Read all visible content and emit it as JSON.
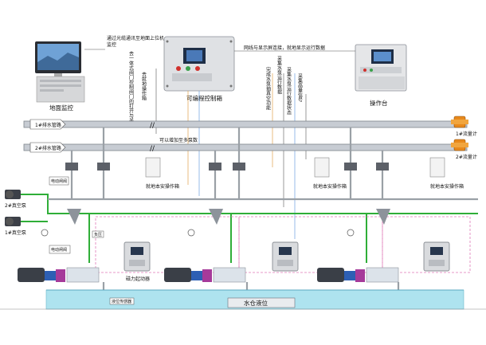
{
  "labels": {
    "fiber_note": "通过光缆通讯至地面上位机监控",
    "ground_monitor": "地面监控",
    "network_note": "网线与显示屏连接，就地显示运行数据",
    "plc_box": "可编程控制箱",
    "console": "操作台",
    "vert_integrated": "去一体式阀门控制阀门的打开与关闭",
    "vert_local": "去就地操作箱",
    "vert_vacuum": "完成水泵抽真空功能",
    "vert_pump_signal": "采集水泵运行数据",
    "vert_collect": "采集水泵运行数据状态",
    "vert_collect2": "采集高量信号",
    "main1": "1#排水管路",
    "main2": "2#排水管路",
    "flowmeter1": "1#流量计",
    "flowmeter2": "2#流量计",
    "expand_note": "可以增加至多泵数",
    "local_box": "就地本安操作箱",
    "electric_valve": "电动闸阀",
    "vacuum_pump": "真空泵",
    "vacuum_pump2": "2#真空泵",
    "vacuum_pump1": "1#真空泵",
    "electric_valve2": "电动闸阀",
    "sensor": "负压",
    "starter": "磁力起动器",
    "level_sensor": "液位传感器",
    "water_level": "水仓液位"
  }
}
